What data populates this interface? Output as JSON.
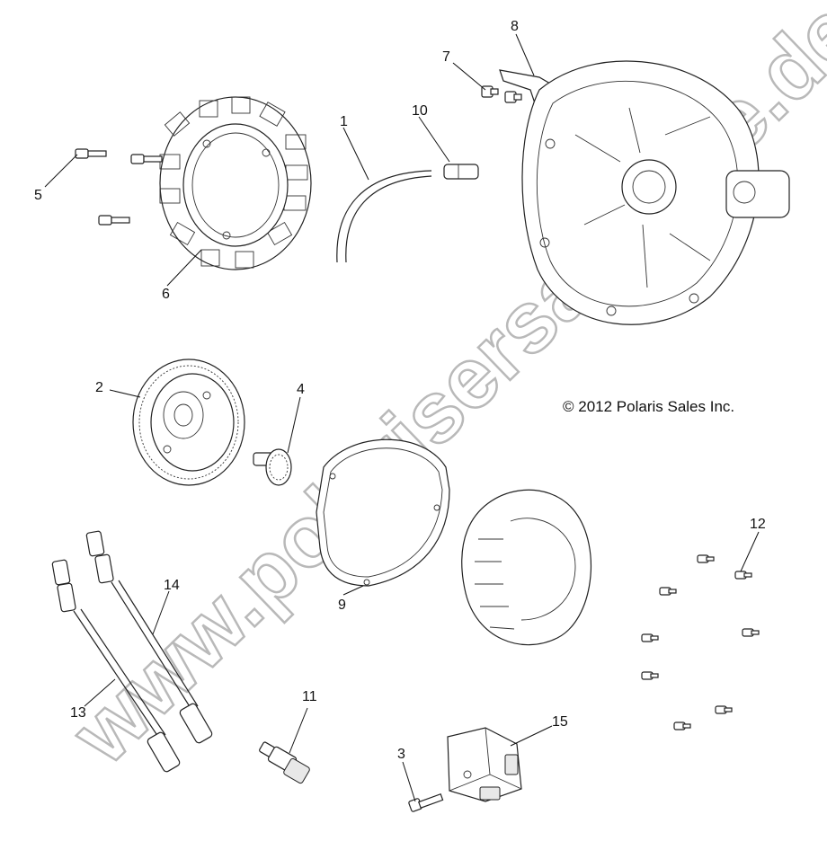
{
  "copyright": "© 2012 Polaris Sales Inc.",
  "watermark": "www.polarisersatzteile.de",
  "callouts": [
    {
      "id": "1"
    },
    {
      "id": "2"
    },
    {
      "id": "3"
    },
    {
      "id": "4"
    },
    {
      "id": "5"
    },
    {
      "id": "6"
    },
    {
      "id": "7"
    },
    {
      "id": "8"
    },
    {
      "id": "9"
    },
    {
      "id": "10"
    },
    {
      "id": "11"
    },
    {
      "id": "12"
    },
    {
      "id": "13"
    },
    {
      "id": "14"
    },
    {
      "id": "15"
    }
  ],
  "colors": {
    "line": "#222222",
    "watermark": "#b9b9b9",
    "background": "#ffffff"
  }
}
